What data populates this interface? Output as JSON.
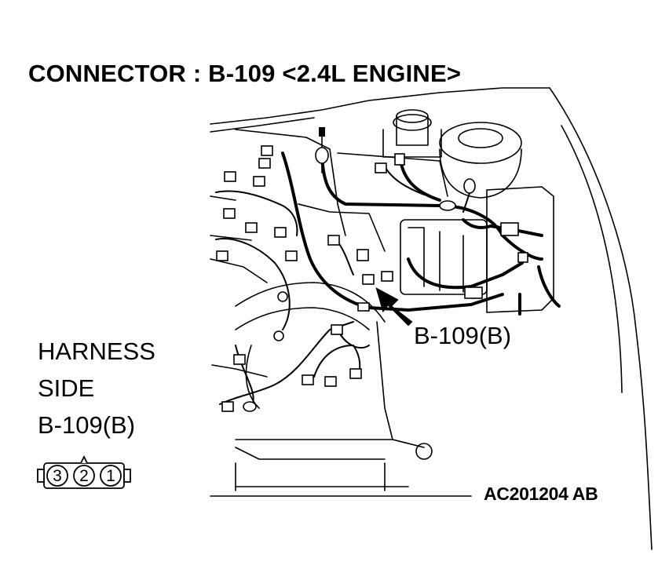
{
  "title": "CONNECTOR : B-109 <2.4L ENGINE>",
  "harness_side": {
    "line1": "HARNESS",
    "line2": "SIDE"
  },
  "connector_label": "B-109(B)",
  "callout_label": "B-109(B)",
  "figure_id": "AC201204 AB",
  "connector_pins": [
    "3",
    "2",
    "1"
  ]
}
